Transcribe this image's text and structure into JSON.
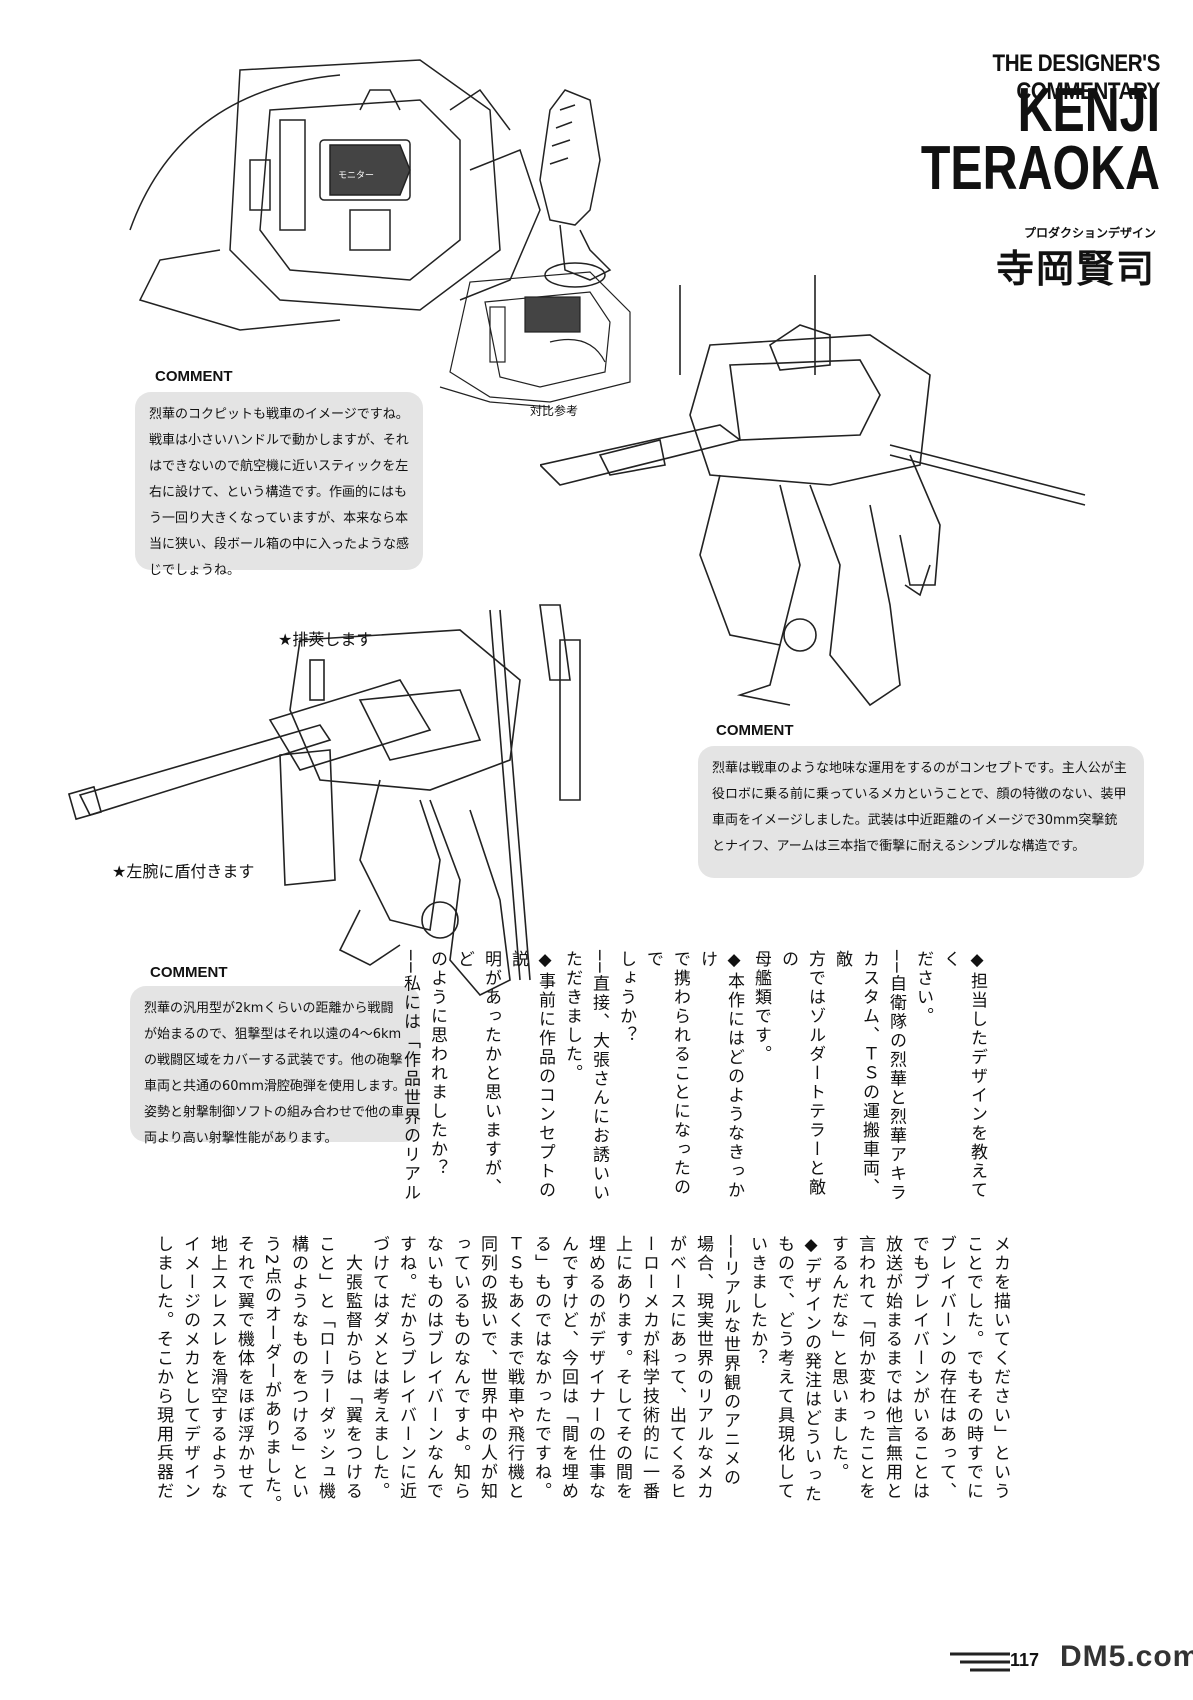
{
  "header": {
    "subtitle": "THE DESIGNER'S COMMENTARY",
    "name_line1": "KENJI",
    "name_line2": "TERAOKA",
    "role": "プロダクションデザイン",
    "name_jp": "寺岡賢司"
  },
  "illustrations": {
    "cockpit_monitor_label": "モニター",
    "cockpit_ref_caption": "対比参考",
    "callout_eject": "★排莢します",
    "callout_shield": "★左腕に盾付きます"
  },
  "comments": [
    {
      "label": "COMMENT",
      "text": "烈華のコクピットも戦車のイメージですね。戦車は小さいハンドルで動かしますが、それはできないので航空機に近いスティックを左右に設けて、という構造です。作画的にはもう一回り大きくなっていますが、本来なら本当に狭い、段ボール箱の中に入ったような感じでしょうね。"
    },
    {
      "label": "COMMENT",
      "text": "烈華は戦車のような地味な運用をするのがコンセプトです。主人公が主役ロボに乗る前に乗っているメカということで、顔の特徴のない、装甲車両をイメージしました。武装は中近距離のイメージで30mm突撃銃とナイフ、アームは三本指で衝撃に耐えるシンプルな構造です。"
    },
    {
      "label": "COMMENT",
      "text": "烈華の汎用型が2kmくらいの距離から戦闘が始まるので、狙撃型はそれ以遠の4〜6kmの戦闘区域をカバーする武装です。他の砲撃車両と共通の60mm滑腔砲弾を使用します。姿勢と射撃制御ソフトの組み合わせで他の車両より高い射撃性能があります。"
    }
  ],
  "interview": {
    "upper_columns": [
      "◆担当したデザインを教えてく",
      "ださい。",
      "──自衛隊の烈華と烈華アキラ",
      "カスタム、ＴＳの運搬車両、敵",
      "方ではゾルダートテラーと敵の",
      "母艦類です。",
      "◆本作にはどのようなきっかけ",
      "で携わられることになったので",
      "しょうか？",
      "──直接、大張さんにお誘いい",
      "ただきました。",
      "◆事前に作品のコンセプトの説",
      "明があったかと思いますが、ど",
      "のように思われましたか？",
      "──私には「作品世界のリアル"
    ],
    "lower_columns": [
      "メカを描いてください」という",
      "ことでした。でもその時すでに",
      "ブレイバーンの存在はあって、",
      "でもブレイバーンがいることは",
      "放送が始まるまでは他言無用と",
      "言われて「何か変わったことを",
      "するんだな」と思いました。",
      "◆デザインの発注はどういった",
      "もので、どう考えて具現化して",
      "いきましたか？",
      "──リアルな世界観のアニメの",
      "場合、現実世界のリアルなメカ",
      "がベースにあって、出てくるヒ",
      "ーローメカが科学技術的に一番",
      "上にあります。そしてその間を",
      "埋めるのがデザイナーの仕事な",
      "んですけど、今回は「間を埋め",
      "る」ものではなかったですね。",
      "ＴＳもあくまで戦車や飛行機と",
      "同列の扱いで、世界中の人が知",
      "っているものなんですよ。知ら",
      "ないものはブレイバーンなんで",
      "すね。だからブレイバーンに近",
      "づけてはダメとは考えました。",
      "　大張監督からは「翼をつける",
      "こと」と「ローラーダッシュ機",
      "構のようなものをつける」とい",
      "う2点のオーダーがありました。",
      "それで翼で機体をほぼ浮かせて",
      "地上スレスレを滑空するような",
      "イメージのメカとしてデザイン",
      "しました。そこから現用兵器だ"
    ]
  },
  "footer": {
    "page_number": "117",
    "logo": "DM5.com"
  }
}
